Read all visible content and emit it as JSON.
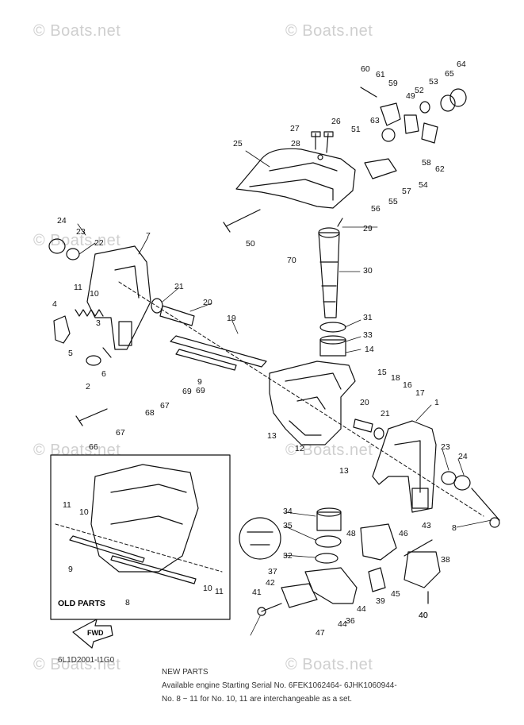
{
  "watermark": "© Boats.net",
  "inset_label": "OLD PARTS",
  "fwd_label": "FWD",
  "diagram_code": "6L1D2001-I1G0",
  "footnote": {
    "line1": "NEW PARTS",
    "line2": "Available engine Starting Serial No. 6FEK1062464- 6JHK1060944-",
    "line3": "No. 8 ~ 11 for No. 10, 11 are interchangeable as a set."
  },
  "callouts": [
    "1",
    "2",
    "3",
    "4",
    "5",
    "6",
    "7",
    "8",
    "9",
    "10",
    "11",
    "12",
    "13",
    "14",
    "15",
    "16",
    "17",
    "18",
    "19",
    "20",
    "21",
    "22",
    "23",
    "24",
    "25",
    "26",
    "27",
    "28",
    "29",
    "30",
    "31",
    "32",
    "33",
    "34",
    "35",
    "36",
    "37",
    "38",
    "39",
    "40",
    "41",
    "42",
    "43",
    "44",
    "45",
    "46",
    "47",
    "48",
    "49",
    "50",
    "51",
    "52",
    "53",
    "54",
    "55",
    "56",
    "57",
    "58",
    "59",
    "60",
    "61",
    "62",
    "63",
    "64",
    "65",
    "66",
    "67",
    "68",
    "69",
    "70"
  ]
}
